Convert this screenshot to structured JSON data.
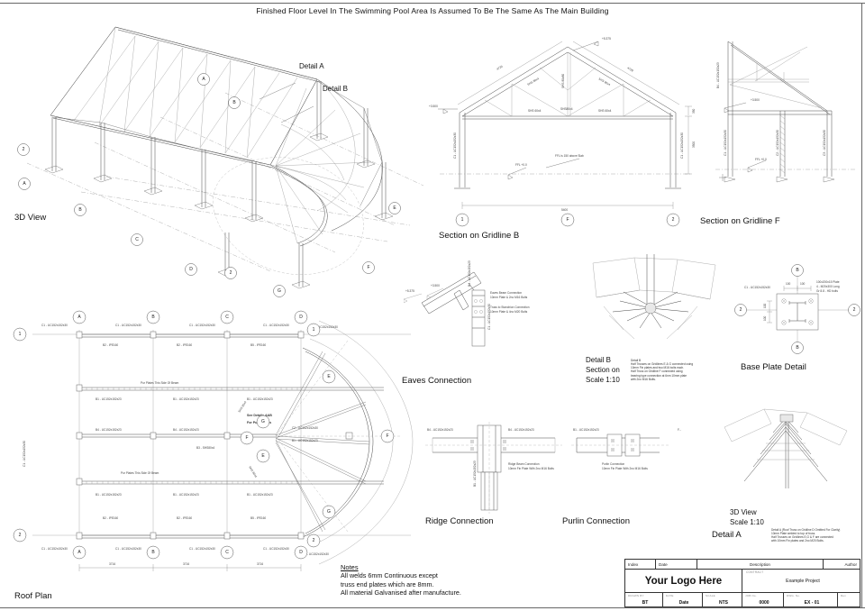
{
  "sheet": {
    "title": "Finished Floor Level In The Swimming Pool Area Is Assumed To Be The Same As The Main Building"
  },
  "views": {
    "view_3d_label": "3D View",
    "section_b_label": "Section on Gridline B",
    "section_f_label": "Section on Gridline F",
    "roof_plan_label": "Roof Plan",
    "eaves_label": "Eaves Connection",
    "ridge_label": "Ridge Connection",
    "purlin_label": "Purlin Connection",
    "baseplate_label": "Base Plate Detail",
    "detail_b_label": "Detail B",
    "detail_b_line2": "Section on",
    "detail_b_scale": "Scale 1:10",
    "detail_a_label": "Detail A",
    "detail_a_title": "3D View",
    "detail_a_scale": "Scale 1:10"
  },
  "callouts": {
    "detail_a": "Detail A",
    "detail_b": "Detail B",
    "purlin_note": "See Details A&B\nFor Purlin Sizes",
    "purlin_note_plan": "Pur Plates Thie Side Of Beam"
  },
  "annotations": {
    "eaves": "Eaves Beam Connection\n10mm Fin plates and two M16 bolts each\n\nTruss to Stanchion Connection\n10mm Plate & 4no M20 Bolts",
    "ridge": "Ridge Beam Connection\n10mm Fin Plate with 2no M16 Bolts",
    "purlin": "Purlin Connection\n10mm Fin Plate With 2no M16 Bolts",
    "detail_b_note": "Detail B\nHalf Trusses on Gridlines E & G connected using\n10mm Fin plates and two M16 bolts each.\nHalf Truss on Gridline F connected using\nbearing type connection at 6nm 10mm plate\nwith 2no M16 Bolts.",
    "detail_a_note": "Detail A (Roof Truss on Gridline D Omitted For Clarity)\n10mm Plate welded to top of truss.\nHalf Trusses on Gridlines E,G & F are connected\nwith 10mm Fin plates and 2no M20 Bolts.",
    "baseplate_note": "100x200x15 Plate\n4 - M20x300 Long\nGr 8.8 - HD bolts",
    "ffl_note": "FFL is 150 above Slab",
    "ffl_zero": "FFL +0.0",
    "level_top": "+5.375",
    "level_eaves": "+3.500"
  },
  "members": {
    "col_c1": "C1 - UC152x152x30",
    "col_c2": "C2 - UC152x152x30",
    "col_c3": "C3 - UC152x152x30",
    "beam_b1": "B1 - UC152x152x23",
    "beam_b2": "B2 - IPE160",
    "beam_b3": "B3 - SHS80x4",
    "beam_b4": "B4 - UC152x152x23",
    "beam_b5": "B5 - IPE160",
    "rafter": "SHS 80x4",
    "tie": "SHS 60x4",
    "post": "SHS 80x80",
    "ridge_member": "SHS80x4"
  },
  "grids": {
    "plan_cols": [
      "A",
      "B",
      "C",
      "D"
    ],
    "plan_rows": [
      "1",
      "2"
    ],
    "curve_grids": [
      "E",
      "F",
      "G"
    ],
    "section_b_grids": [
      "1",
      "F",
      "2"
    ],
    "baseplate_grids": [
      "B",
      "2"
    ],
    "view3d_grids": [
      "A",
      "B",
      "C",
      "D",
      "E",
      "F",
      "G",
      "1",
      "2"
    ]
  },
  "dimensions": {
    "plan_bays": [
      "3716",
      "3716",
      "3716"
    ],
    "section_span": "5400",
    "section_height": "3500",
    "section_eaves": "350",
    "baseplate_dims": [
      "100",
      "100",
      "100",
      "100"
    ]
  },
  "notes": {
    "heading": "Notes",
    "lines": [
      "All welds 6mm Continuous except",
      "truss end plates which are 8mm.",
      "All material Galvanised after manufacture."
    ]
  },
  "titleblock": {
    "revision_headers": {
      "index": "Index",
      "date": "Date",
      "description": "Description",
      "author": "Author"
    },
    "logo_text": "Your Logo Here",
    "contract_caption": "CONTRACT",
    "contract_value": "Example Project",
    "drawn_by_caption": "DRAWN BY",
    "drawn_by_value": "BT",
    "date_caption": "DATE",
    "date_value": "Date",
    "scale_caption": "SCALE",
    "scale_value": "NTS",
    "job_caption": "JOB No.",
    "job_value": "0000",
    "dwg_caption": "DWG. No.",
    "dwg_value": "EX - 01",
    "rev_caption": "Rev",
    "rev_value": ""
  },
  "colors": {
    "line": "#4a4a4a",
    "thin": "#8c8c8c",
    "paper": "#ffffff",
    "text": "#1a1a1a"
  }
}
